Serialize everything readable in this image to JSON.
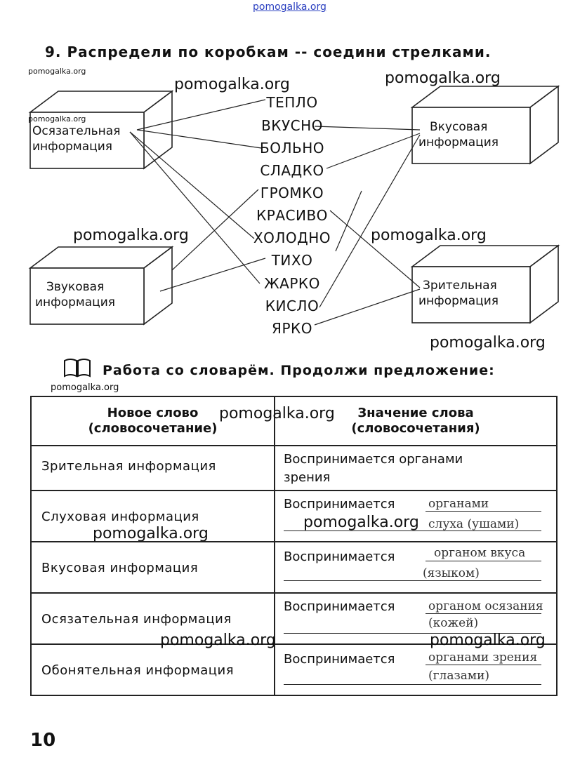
{
  "watermark": "pomogalka.org",
  "task": {
    "number": "9.",
    "title": "Распредели по коробкам -- соедини стрелками."
  },
  "words": [
    "ТЕПЛО",
    "ВКУСНО",
    "БОЛЬНО",
    "СЛАДКО",
    "ГРОМКО",
    "КРАСИВО",
    "ХОЛОДНО",
    "ТИХО",
    "ЖАРКО",
    "КИСЛО",
    "ЯРКО"
  ],
  "boxes": {
    "tactile": {
      "line1": "Осязательная",
      "line2": "информация"
    },
    "taste": {
      "line1": "Вкусовая",
      "line2": "информация"
    },
    "sound": {
      "line1": "Звуковая",
      "line2": "информация"
    },
    "visual": {
      "line1": "Зрительная",
      "line2": "информация"
    }
  },
  "dictionary": {
    "title": "Работа со словарём. Продолжи предложение:",
    "header_left_1": "Новое слово",
    "header_left_2": "(словосочетание)",
    "header_right_1": "Значение слова",
    "header_right_2": "(словосочетания)",
    "rows": [
      {
        "term": "Зрительная информация",
        "meaning_1": "Воспринимается органами",
        "meaning_2": "зрения",
        "hw_1": "",
        "hw_2": ""
      },
      {
        "term": "Слуховая информация",
        "meaning_1": "Воспринимается",
        "meaning_2": "",
        "hw_1": "органами",
        "hw_2": "слуха (ушами)"
      },
      {
        "term": "Вкусовая информация",
        "meaning_1": "Воспринимается",
        "meaning_2": "",
        "hw_1": "органом вкуса",
        "hw_2": "(языком)"
      },
      {
        "term": "Осязательная информация",
        "meaning_1": "Воспринимается",
        "meaning_2": "",
        "hw_1": "органом осязания",
        "hw_2": "(кожей)"
      },
      {
        "term": "Обонятельная информация",
        "meaning_1": "Воспринимается",
        "meaning_2": "",
        "hw_1": "органами зрения",
        "hw_2": "(глазами)"
      }
    ]
  },
  "page_number": "10"
}
